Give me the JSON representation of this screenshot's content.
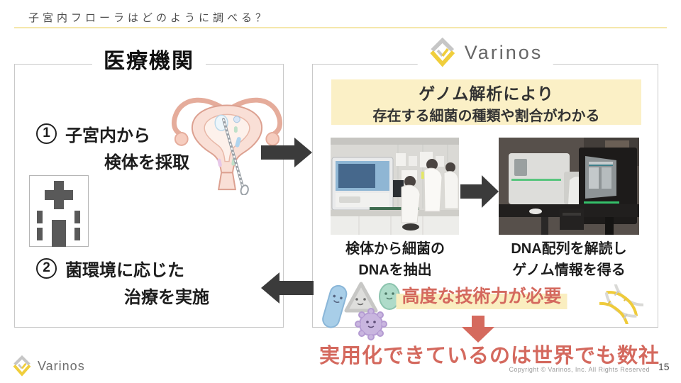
{
  "slide": {
    "title": "子宮内フローラはどのように調べる？",
    "page_number": "15",
    "copyright": "Copyright © Varinos, Inc. All Rights Reserved"
  },
  "left_panel": {
    "title": "医療機関",
    "steps": [
      {
        "num": "1",
        "line1": "子宮内から",
        "line2": "検体を採取"
      },
      {
        "num": "2",
        "line1": "菌環境に応じた",
        "line2": "治療を実施"
      }
    ],
    "icons": [
      "uterus-illustration",
      "hospital-icon"
    ]
  },
  "right_panel": {
    "logo_text": "Varinos",
    "banner_line1": "ゲノム解析により",
    "banner_line2": "存在する細菌の種類や割合がわかる",
    "photo_left_caption_line1": "検体から細菌の",
    "photo_left_caption_line2": "DNAを抽出",
    "photo_right_caption_line1": "DNA配列を解読し",
    "photo_right_caption_line2": "ゲノム情報を得る",
    "note": "高度な技術力が必要",
    "icons": [
      "lab-photo",
      "sequencer-photo",
      "bacteria-illustration",
      "dna-helix-icon"
    ]
  },
  "conclusion": "実用化できているのは世界でも数社",
  "footer": {
    "logo_text": "Varinos"
  },
  "colors": {
    "banner_yellow": "#FBF0C6",
    "highlight_yellow": "#FAEEC0",
    "underline_yellow": "#F5E7AB",
    "accent_red": "#D4695E",
    "arrow_dark": "#3B3B3B",
    "logo_yellow": "#F0CE3C",
    "logo_gray": "#C6C6C6"
  }
}
